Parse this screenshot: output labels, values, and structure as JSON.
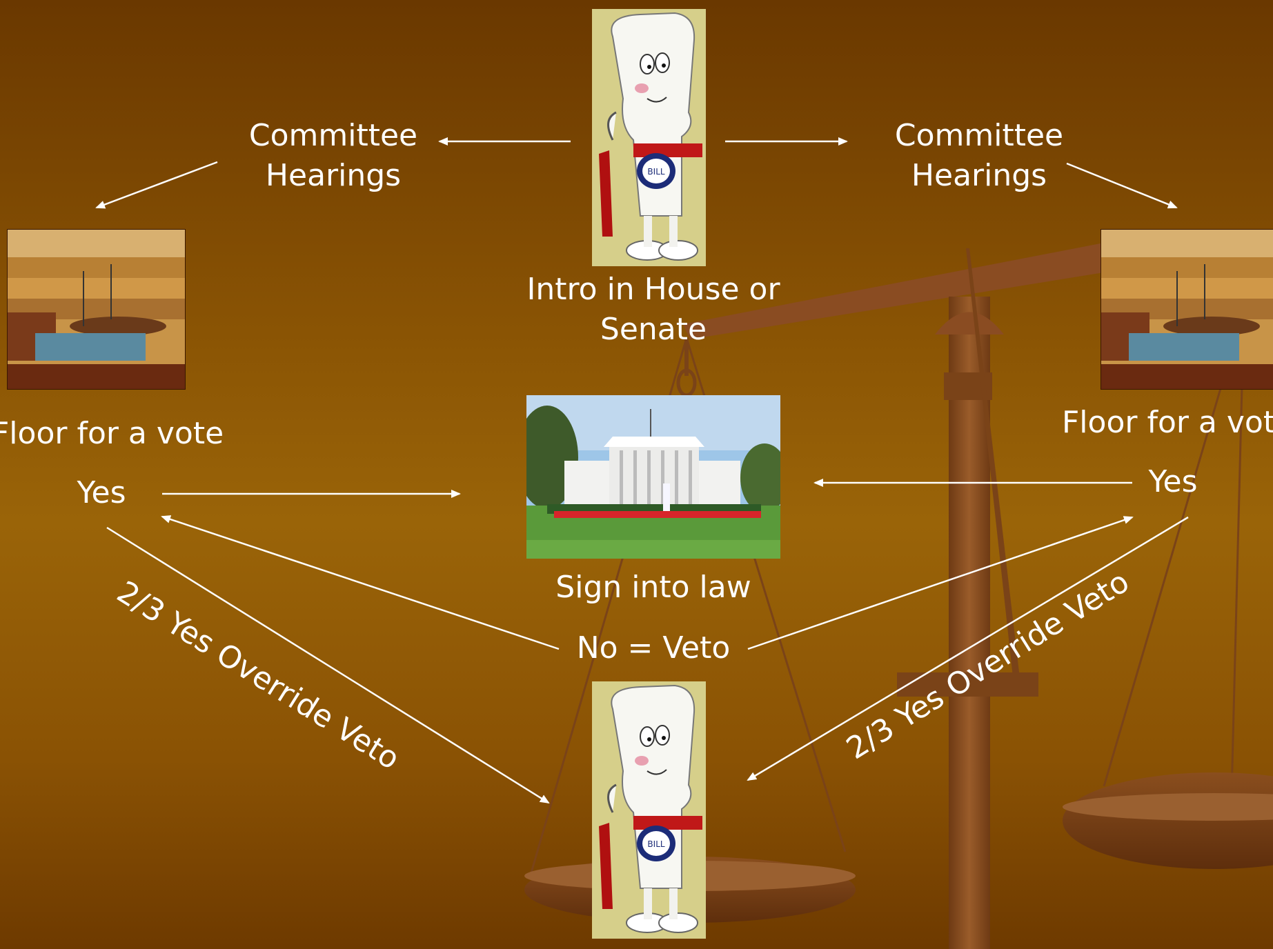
{
  "diagram": {
    "left": {
      "committee_line1": "Committee",
      "committee_line2": "Hearings",
      "floor": "Floor for a vote",
      "yes": "Yes",
      "override": "2/3 Yes Override Veto"
    },
    "right": {
      "committee_line1": "Committee",
      "committee_line2": "Hearings",
      "floor": "Floor for a vote",
      "yes": "Yes",
      "override": "2/3 Yes Override Veto"
    },
    "center": {
      "intro_line1": "Intro in House or",
      "intro_line2": "Senate",
      "sign": "Sign into law",
      "veto": "No = Veto"
    },
    "bill_badge": "BILL"
  },
  "colors": {
    "background_top": "#6a3800",
    "background_mid": "#9a6408",
    "scale": "#7a4318",
    "arrow": "#ffffff",
    "text": "#ffffff"
  },
  "icons": [
    "scales-of-justice",
    "bill-character",
    "senate-chamber",
    "white-house"
  ]
}
